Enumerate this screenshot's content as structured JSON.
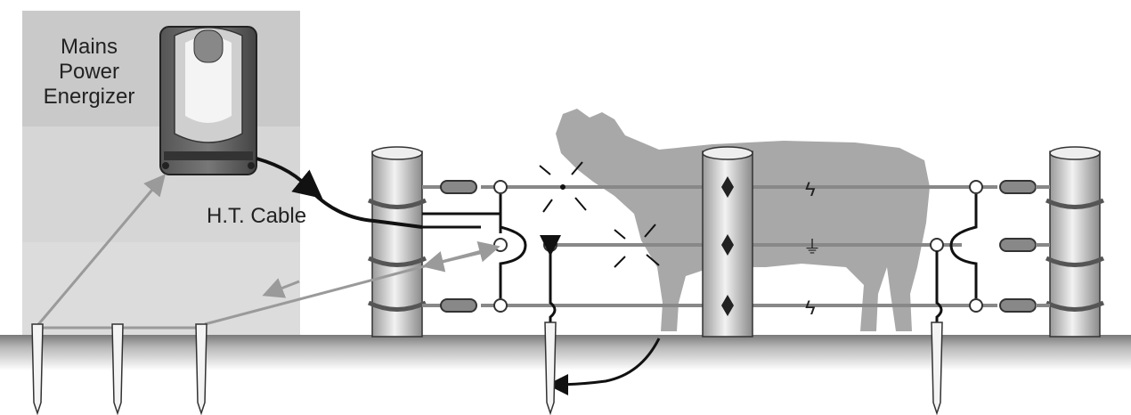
{
  "labels": {
    "energizer_line1": "Mains",
    "energizer_line2": "Power",
    "energizer_line3": "Energizer",
    "cable": "H.T. Cable"
  },
  "symbols": {
    "live": "ϟ",
    "earth": "⏚"
  },
  "colors": {
    "panel": "#d3d3d3",
    "ground": "#9a9a9a",
    "wire": "#888888",
    "cow": "#a8a8a8",
    "cable": "#111111"
  }
}
